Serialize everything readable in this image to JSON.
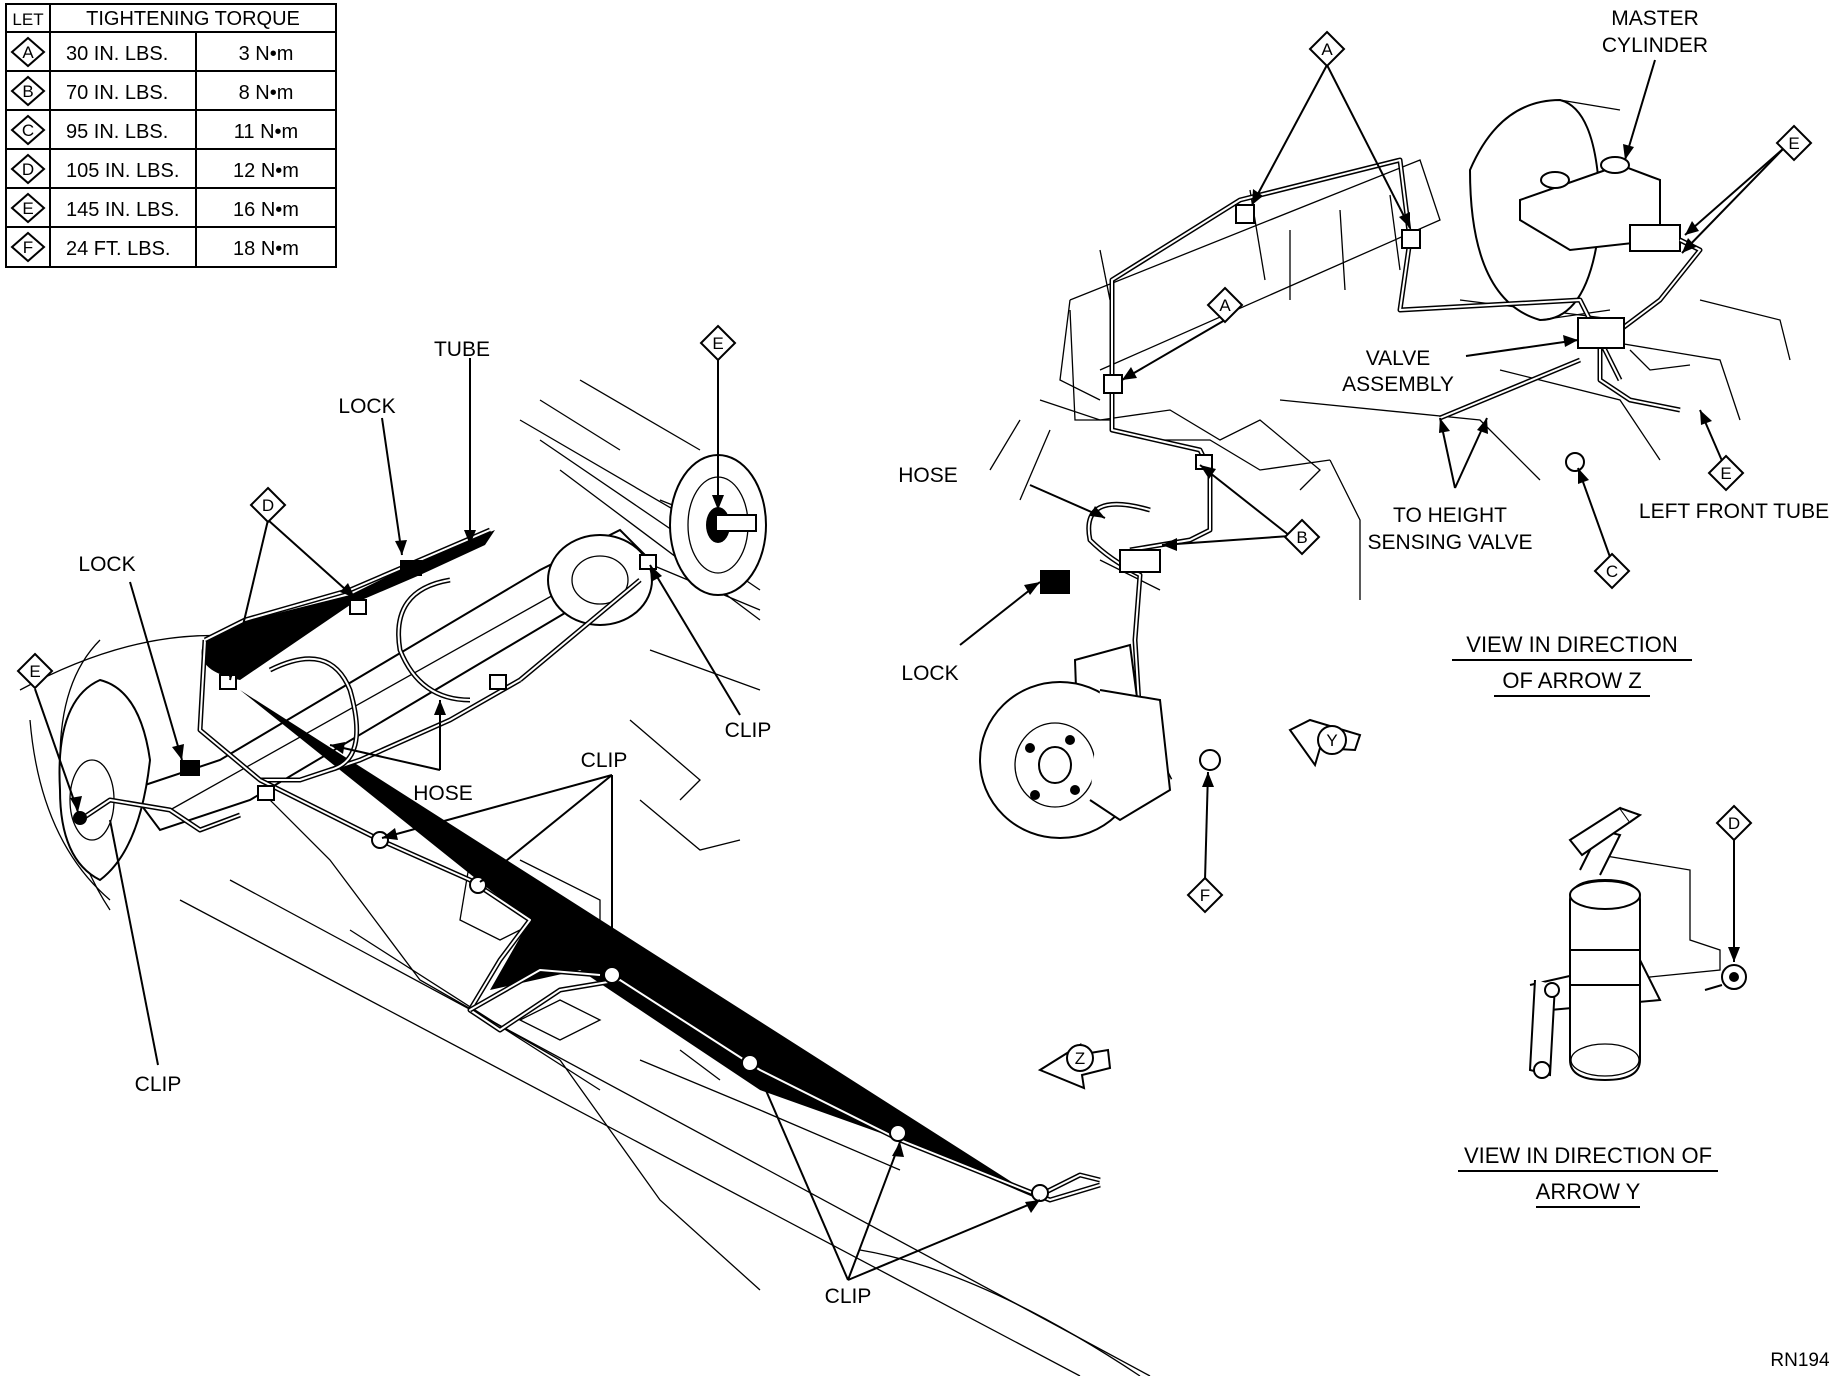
{
  "table": {
    "header_letter": "LET",
    "header_torque": "TIGHTENING TORQUE",
    "rows": [
      {
        "letter": "A",
        "in_lbs": "30 IN. LBS.",
        "nm": "3 N•m"
      },
      {
        "letter": "B",
        "in_lbs": "70 IN. LBS.",
        "nm": "8 N•m"
      },
      {
        "letter": "C",
        "in_lbs": "95 IN. LBS.",
        "nm": "11 N•m"
      },
      {
        "letter": "D",
        "in_lbs": "105 IN. LBS.",
        "nm": "12 N•m"
      },
      {
        "letter": "E",
        "in_lbs": "145 IN. LBS.",
        "nm": "16 N•m"
      },
      {
        "letter": "F",
        "in_lbs": "24 FT. LBS.",
        "nm": "18 N•m"
      }
    ]
  },
  "labels": {
    "tube": "TUBE",
    "lock": "LOCK",
    "hose": "HOSE",
    "clip": "CLIP",
    "master_cylinder_1": "MASTER",
    "master_cylinder_2": "CYLINDER",
    "valve_assembly_1": "VALVE",
    "valve_assembly_2": "ASSEMBLY",
    "height_valve_1": "TO HEIGHT",
    "height_valve_2": "SENSING VALVE",
    "left_front_tube": "LEFT FRONT TUBE",
    "view_z_1": "VIEW IN  DIRECTION",
    "view_z_2": "OF ARROW Z",
    "view_y_1": "VIEW IN DIRECTION OF",
    "view_y_2": "ARROW Y",
    "arrow_y": "Y",
    "arrow_z": "Z",
    "figure_code": "RN194"
  },
  "callouts": {
    "a": "A",
    "b": "B",
    "c": "C",
    "d": "D",
    "e": "E",
    "f": "F"
  }
}
